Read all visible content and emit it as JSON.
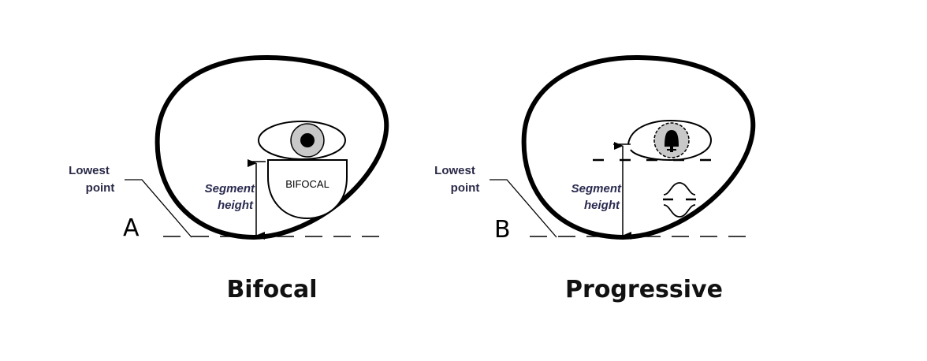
{
  "panels": [
    {
      "letter": "A",
      "title": "Bifocal",
      "lowest_label": [
        "Lowest",
        "point"
      ],
      "segment_label": [
        "Segment",
        "height"
      ],
      "segment_text": "BIFOCAL"
    },
    {
      "letter": "B",
      "title": "Progressive",
      "lowest_label": [
        "Lowest",
        "point"
      ],
      "segment_label": [
        "Segment",
        "height"
      ]
    }
  ],
  "colors": {
    "iris": "#c8c8c8",
    "label": "#2a2a48"
  }
}
